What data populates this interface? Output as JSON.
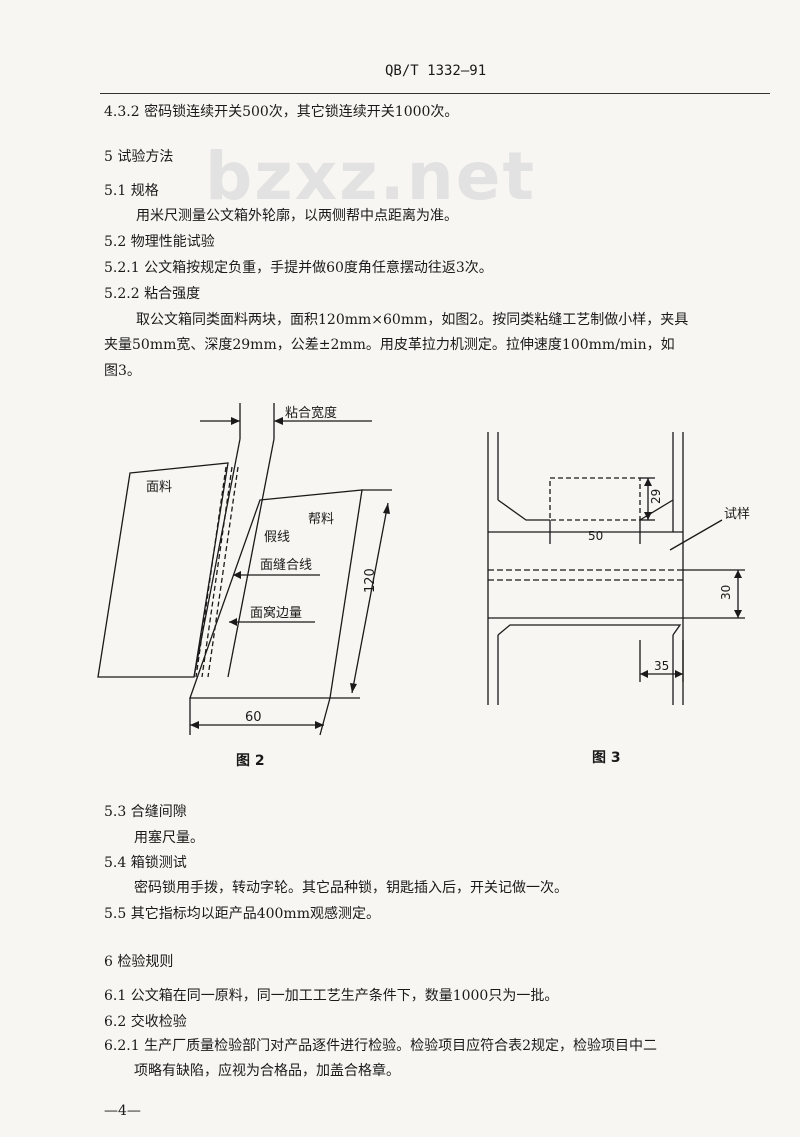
{
  "header": {
    "std_no": "QB/T 1332—91"
  },
  "watermark": "bzxz.net",
  "content": {
    "p432": "4.3.2  密码锁连续开关500次，其它锁连续开关1000次。",
    "s5": "5  试验方法",
    "s51": "5.1  规格",
    "s51_text": "用米尺测量公文箱外轮廓，以两侧帮中点距离为准。",
    "s52": "5.2  物理性能试验",
    "s521": "5.2.1  公文箱按规定负重，手提并做60度角任意摆动往返3次。",
    "s522": "5.2.2  粘合强度",
    "s522_l1": "取公文箱同类面料两块，面积120mm×60mm，如图2。按同类粘缝工艺制做小样，夹具",
    "s522_l2": "夹量50mm宽、深度29mm，公差±2mm。用皮革拉力机测定。拉伸速度100mm/min，如",
    "s522_l3": "图3。",
    "s53": "5.3  合缝间隙",
    "s53_text": "用塞尺量。",
    "s54": "5.4  箱锁测试",
    "s54_text": "密码锁用手拨，转动字轮。其它品种锁，钥匙插入后，开关记做一次。",
    "s55": "5.5  其它指标均以距产品400mm观感测定。",
    "s6": "6  检验规则",
    "s61": "6.1  公文箱在同一原料，同一加工工艺生产条件下，数量1000只为一批。",
    "s62": "6.2  交收检验",
    "s621_l1": "6.2.1  生产厂质量检验部门对产品逐件进行检验。检验项目应符合表2规定，检验项目中二",
    "s621_l2": "项略有缺陷，应视为合格品，加盖合格章。",
    "page_no": "—4—"
  },
  "fig2": {
    "caption": "图  2",
    "label_bond_width": "粘合宽度",
    "label_face": "面料",
    "label_side": "帮料",
    "label_false_line": "假线",
    "label_seam_line": "面缝合线",
    "label_margin": "面窝边量",
    "dim_120": "120",
    "dim_60": "60"
  },
  "fig3": {
    "caption": "图  3",
    "label_sample": "试样",
    "dim_29": "29",
    "dim_50": "50",
    "dim_30": "30",
    "dim_35": "35"
  }
}
